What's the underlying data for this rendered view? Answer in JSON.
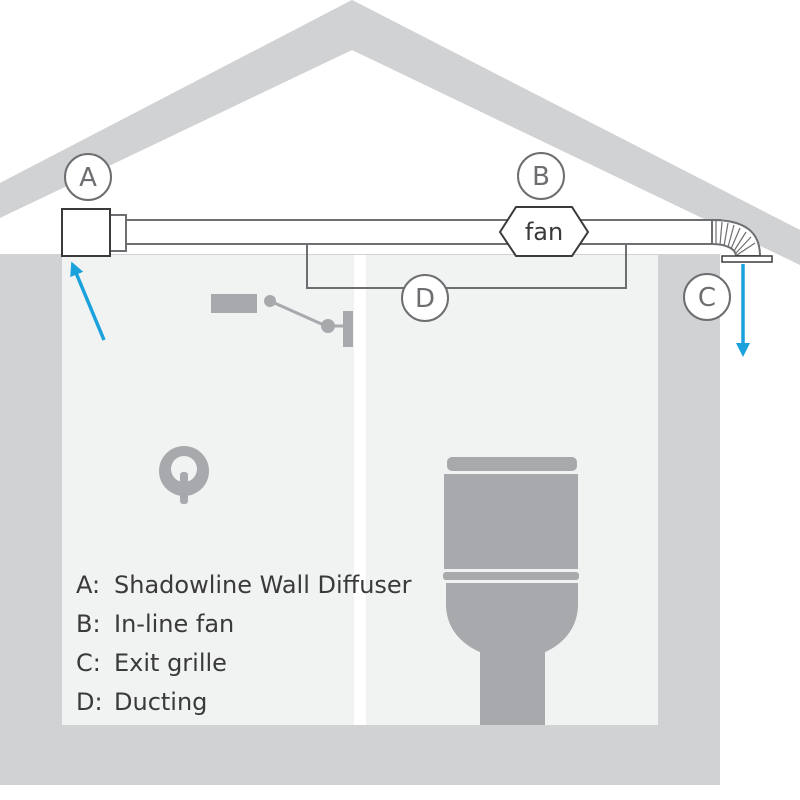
{
  "callouts": [
    {
      "letter": "A"
    },
    {
      "letter": "B"
    },
    {
      "letter": "C"
    },
    {
      "letter": "D"
    }
  ],
  "fan_label": "fan",
  "legend": [
    {
      "key": "A:",
      "text": "Shadowline Wall Diffuser"
    },
    {
      "key": "B:",
      "text": "In-line fan"
    },
    {
      "key": "C:",
      "text": "Exit grille"
    },
    {
      "key": "D:",
      "text": "Ducting"
    }
  ],
  "colors": {
    "house": "#d1d2d4",
    "room": "#f1f2f2",
    "fixture": "#a7a9ac",
    "outline": "#6d6e71",
    "airflow_arrow": "#1ba1dc"
  }
}
